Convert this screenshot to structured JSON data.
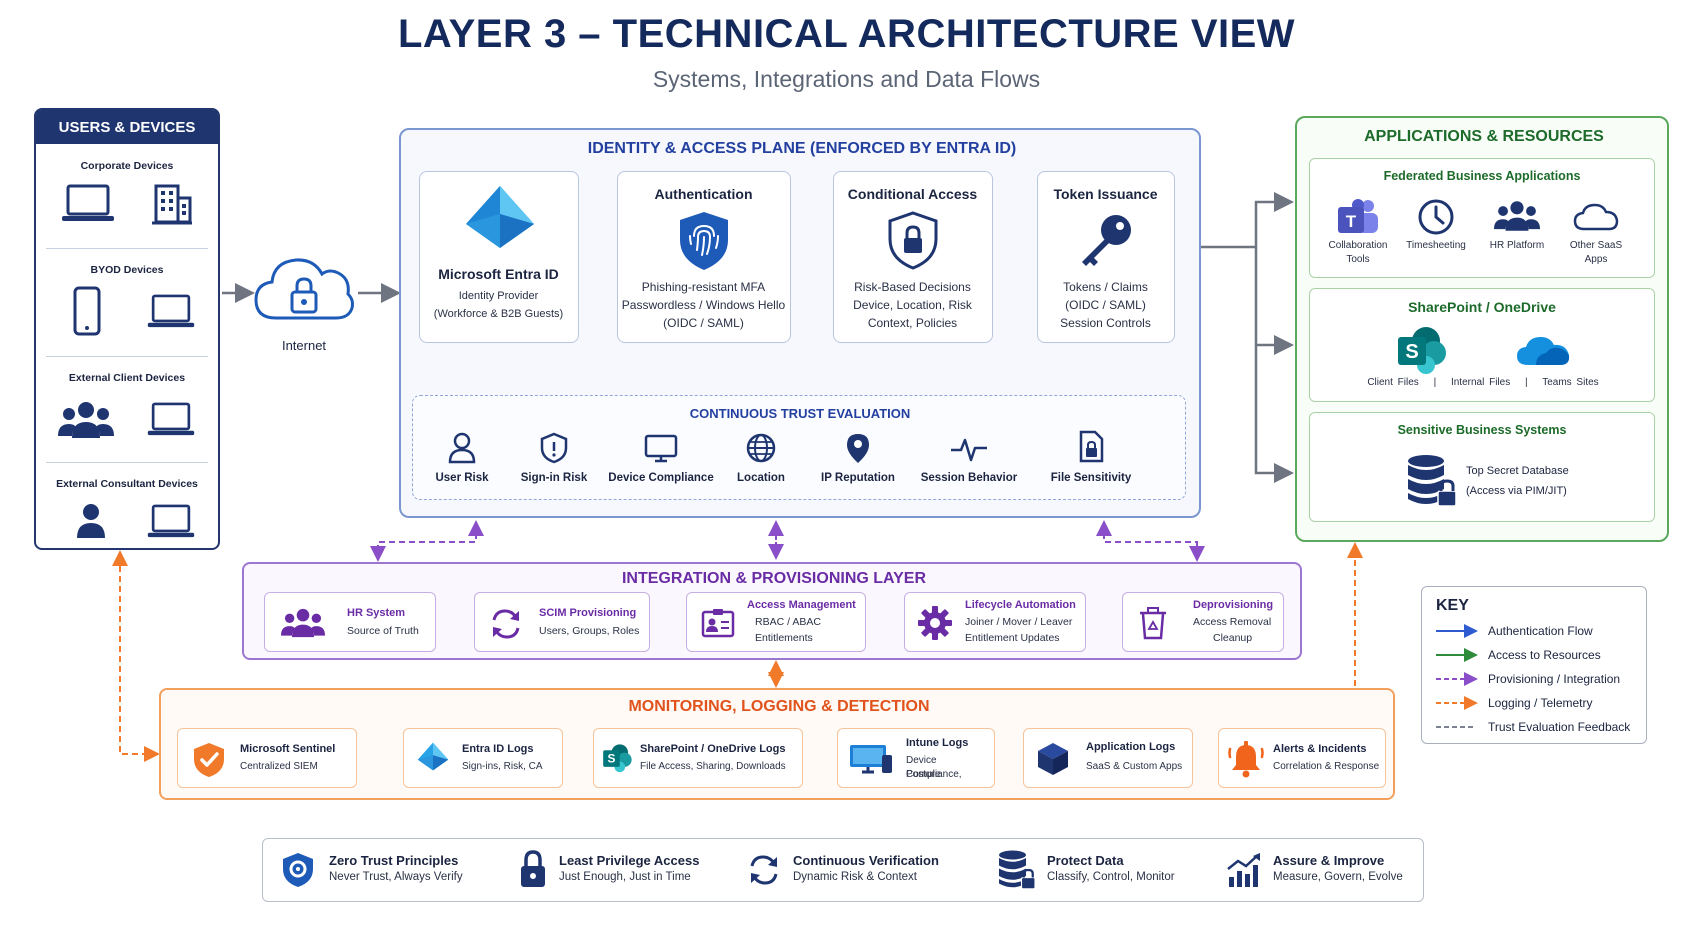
{
  "title": "LAYER 3 – TECHNICAL ARCHITECTURE VIEW",
  "subtitle": "Systems, Integrations and Data Flows",
  "users_devices": {
    "title": "USERS & DEVICES",
    "groups": [
      {
        "label": "Corporate Devices",
        "icons": [
          "laptop-icon",
          "office-building-icon"
        ]
      },
      {
        "label": "BYOD Devices",
        "icons": [
          "smartphone-icon",
          "laptop-icon"
        ]
      },
      {
        "label": "External Client Devices",
        "icons": [
          "user-group-icon",
          "laptop-icon"
        ]
      },
      {
        "label": "External Consultant Devices",
        "icons": [
          "user-icon",
          "laptop-icon"
        ]
      }
    ]
  },
  "internet": {
    "label": "Internet",
    "icon": "cloud-lock-icon"
  },
  "identity_plane": {
    "title": "IDENTITY & ACCESS PLANE (ENFORCED BY ENTRA ID)",
    "boxes": [
      {
        "title": "Microsoft Entra ID",
        "lines": [
          "Identity Provider",
          "(Workforce & B2B Guests)"
        ],
        "icon": "entra-id-icon"
      },
      {
        "title": "Authentication",
        "lines": [
          "Phishing-resistant MFA",
          "Passwordless / Windows Hello",
          "(OIDC / SAML)"
        ],
        "icon": "fingerprint-shield-icon"
      },
      {
        "title": "Conditional Access",
        "lines": [
          "Risk-Based Decisions",
          "Device, Location, Risk",
          "Context, Policies"
        ],
        "icon": "lock-shield-icon"
      },
      {
        "title": "Token Issuance",
        "lines": [
          "Tokens / Claims",
          "(OIDC / SAML)",
          "Session Controls"
        ],
        "icon": "key-icon"
      }
    ],
    "trust": {
      "title": "CONTINUOUS TRUST EVALUATION",
      "signals": [
        {
          "label": "User Risk",
          "icon": "user-icon"
        },
        {
          "label": "Sign-in Risk",
          "icon": "alert-shield-icon"
        },
        {
          "label": "Device Compliance",
          "icon": "monitor-icon"
        },
        {
          "label": "Location",
          "icon": "globe-icon"
        },
        {
          "label": "IP Reputation",
          "icon": "map-pin-icon"
        },
        {
          "label": "Session Behavior",
          "icon": "pulse-icon"
        },
        {
          "label": "File Sensitivity",
          "icon": "file-lock-icon"
        }
      ]
    }
  },
  "applications": {
    "title": "APPLICATIONS & RESOURCES",
    "federated": {
      "title": "Federated Business Applications",
      "items": [
        {
          "label": "Collaboration Tools",
          "icon": "teams-icon"
        },
        {
          "label": "Timesheeting",
          "icon": "clock-icon"
        },
        {
          "label": "HR Platform",
          "icon": "people-icon"
        },
        {
          "label": "Other SaaS Apps",
          "icon": "cloud-icon"
        }
      ]
    },
    "sharepoint": {
      "title": "SharePoint / OneDrive",
      "items": [
        "Client Files",
        "|",
        "Internal Files",
        "|",
        "Teams Sites"
      ],
      "icons": [
        "sharepoint-icon",
        "onedrive-icon"
      ]
    },
    "sensitive": {
      "title": "Sensitive Business Systems",
      "lines": [
        "Top Secret Database",
        "(Access via PIM/JIT)"
      ],
      "icon": "database-lock-icon"
    }
  },
  "integration": {
    "title": "INTEGRATION & PROVISIONING LAYER",
    "boxes": [
      {
        "title": "HR System",
        "lines": [
          "Source of Truth"
        ],
        "icon": "people-icon"
      },
      {
        "title": "SCIM Provisioning",
        "lines": [
          "Users, Groups, Roles"
        ],
        "icon": "sync-icon"
      },
      {
        "title": "Access Management",
        "lines": [
          "RBAC / ABAC",
          "Entitlements"
        ],
        "icon": "id-badge-icon"
      },
      {
        "title": "Lifecycle Automation",
        "lines": [
          "Joiner / Mover / Leaver",
          "Entitlement Updates"
        ],
        "icon": "gear-icon"
      },
      {
        "title": "Deprovisioning",
        "lines": [
          "Access Removal",
          "Cleanup"
        ],
        "icon": "recycle-bin-icon"
      }
    ]
  },
  "monitoring": {
    "title": "MONITORING, LOGGING & DETECTION",
    "boxes": [
      {
        "title": "Microsoft Sentinel",
        "lines": [
          "Centralized SIEM"
        ],
        "icon": "sentinel-shield-icon"
      },
      {
        "title": "Entra ID Logs",
        "lines": [
          "Sign-ins, Risk, CA"
        ],
        "icon": "entra-id-icon"
      },
      {
        "title": "SharePoint / OneDrive Logs",
        "lines": [
          "File Access, Sharing, Downloads"
        ],
        "icon": "sharepoint-icon"
      },
      {
        "title": "Intune Logs",
        "lines": [
          "Device Compliance,",
          "Posture"
        ],
        "icon": "intune-monitor-icon"
      },
      {
        "title": "Application Logs",
        "lines": [
          "SaaS & Custom Apps"
        ],
        "icon": "cube-icon"
      },
      {
        "title": "Alerts & Incidents",
        "lines": [
          "Correlation & Response"
        ],
        "icon": "bell-alert-icon"
      }
    ]
  },
  "key": {
    "title": "KEY",
    "items": [
      {
        "label": "Authentication Flow",
        "color": "#2f5bd0",
        "style": "solid"
      },
      {
        "label": "Access to Resources",
        "color": "#2e8b3a",
        "style": "solid"
      },
      {
        "label": "Provisioning / Integration",
        "color": "#8a4fc8",
        "style": "dashed"
      },
      {
        "label": "Logging / Telemetry",
        "color": "#f07a2a",
        "style": "dashed"
      },
      {
        "label": "Trust Evaluation Feedback",
        "color": "#7b8190",
        "style": "dashed"
      }
    ]
  },
  "principles": [
    {
      "title": "Zero Trust Principles",
      "line": "Never Trust, Always Verify",
      "icon": "zero-trust-shield-icon"
    },
    {
      "title": "Least Privilege Access",
      "line": "Just Enough, Just in Time",
      "icon": "padlock-icon"
    },
    {
      "title": "Continuous Verification",
      "line": "Dynamic Risk & Context",
      "icon": "refresh-icon"
    },
    {
      "title": "Protect Data",
      "line": "Classify, Control, Monitor",
      "icon": "database-lock-icon"
    },
    {
      "title": "Assure & Improve",
      "line": "Measure, Govern, Evolve",
      "icon": "growth-chart-icon"
    }
  ],
  "colors": {
    "navy": "#1e3570",
    "identity_blue": "#2340a0",
    "apps_green": "#1d6b2a",
    "integration_purple": "#6a2ca5",
    "monitoring_orange": "#e0531c"
  }
}
